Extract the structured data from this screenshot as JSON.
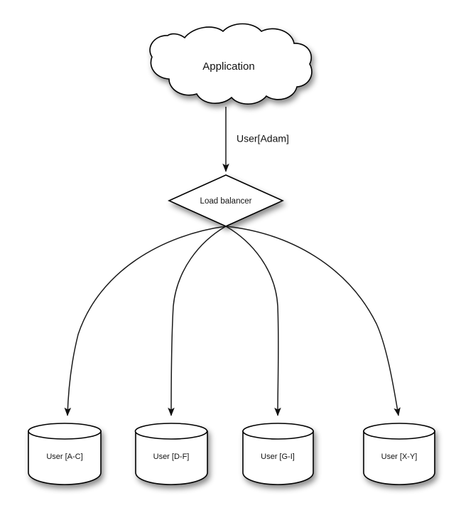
{
  "diagram": {
    "type": "architecture-flow",
    "background_color": "#ffffff",
    "stroke_color": "#000000",
    "fill_color": "#ffffff",
    "text_color": "#111111",
    "nodes": {
      "application": {
        "label": "Application",
        "shape": "cloud",
        "icon": "cloud-icon"
      },
      "load_balancer": {
        "label": "Load balancer",
        "shape": "diamond",
        "icon": "diamond-icon"
      },
      "databases": [
        {
          "label": "User [A-C]",
          "shape": "cylinder",
          "icon": "database-icon"
        },
        {
          "label": "User [D-F]",
          "shape": "cylinder",
          "icon": "database-icon"
        },
        {
          "label": "User [G-I]",
          "shape": "cylinder",
          "icon": "database-icon"
        },
        {
          "label": "User [X-Y]",
          "shape": "cylinder",
          "icon": "database-icon"
        }
      ]
    },
    "edges": {
      "app_to_balancer_label": "User[Adam]"
    }
  }
}
